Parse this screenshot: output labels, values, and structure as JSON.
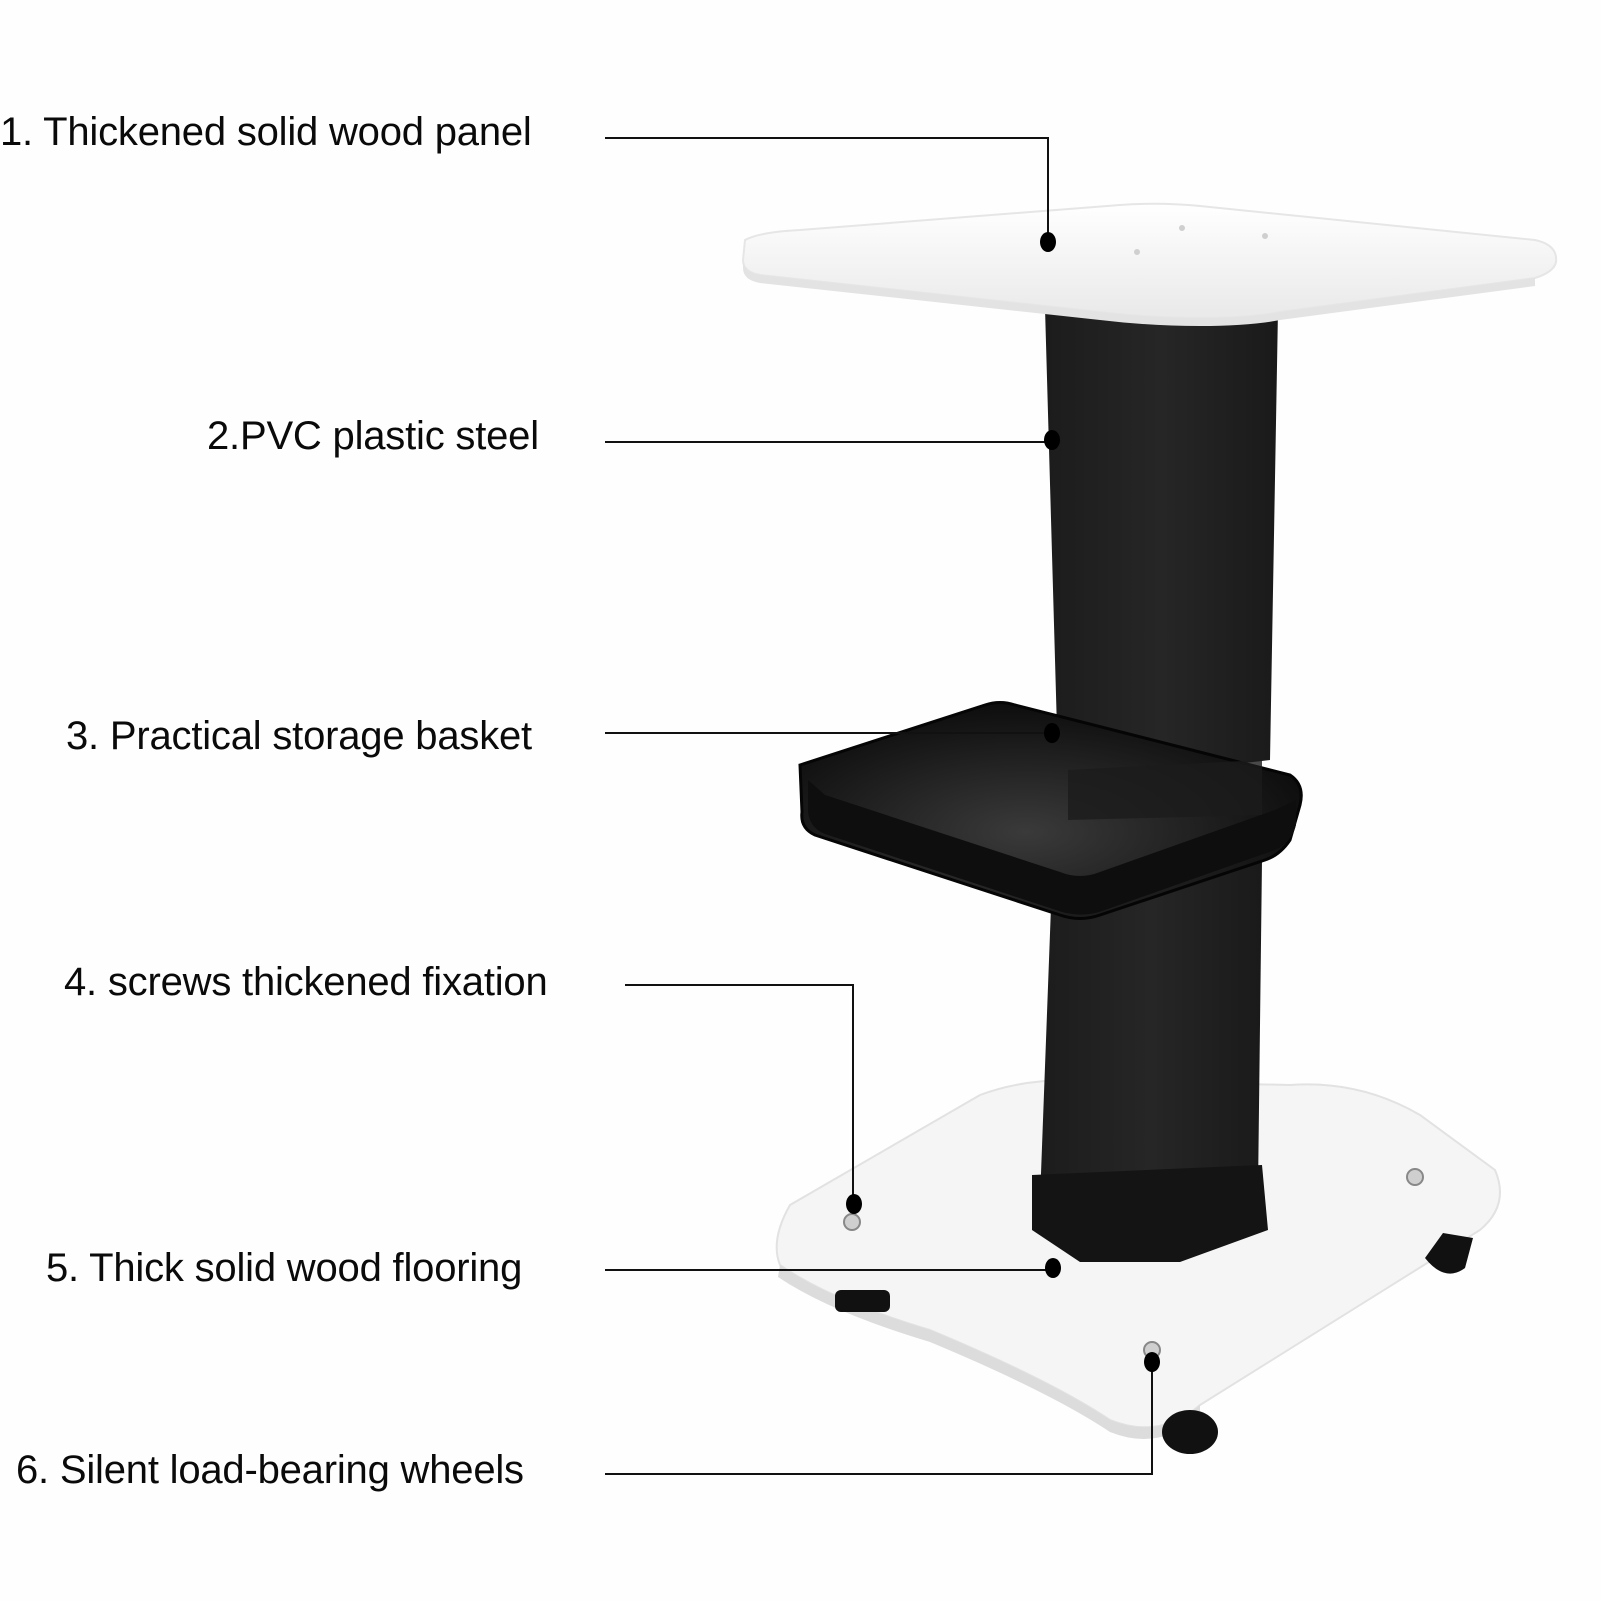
{
  "diagram": {
    "type": "product-feature-callouts",
    "subject": "rolling utility cart / trolley stand",
    "colors": {
      "background": "#fefefe",
      "panel": "#f6f6f6",
      "column": "#232323",
      "basket": "#151515",
      "leader_line": "#111111"
    },
    "callouts": [
      {
        "id": 1,
        "label": "1. Thickened solid wood panel",
        "target": "top panel"
      },
      {
        "id": 2,
        "label": "2.PVC plastic steel",
        "target": "column"
      },
      {
        "id": 3,
        "label": "3. Practical storage basket",
        "target": "basket"
      },
      {
        "id": 4,
        "label": "4. screws thickened fixation",
        "target": "base screw"
      },
      {
        "id": 5,
        "label": "5. Thick solid wood flooring",
        "target": "base panel"
      },
      {
        "id": 6,
        "label": "6. Silent load-bearing wheels",
        "target": "wheel"
      }
    ]
  }
}
